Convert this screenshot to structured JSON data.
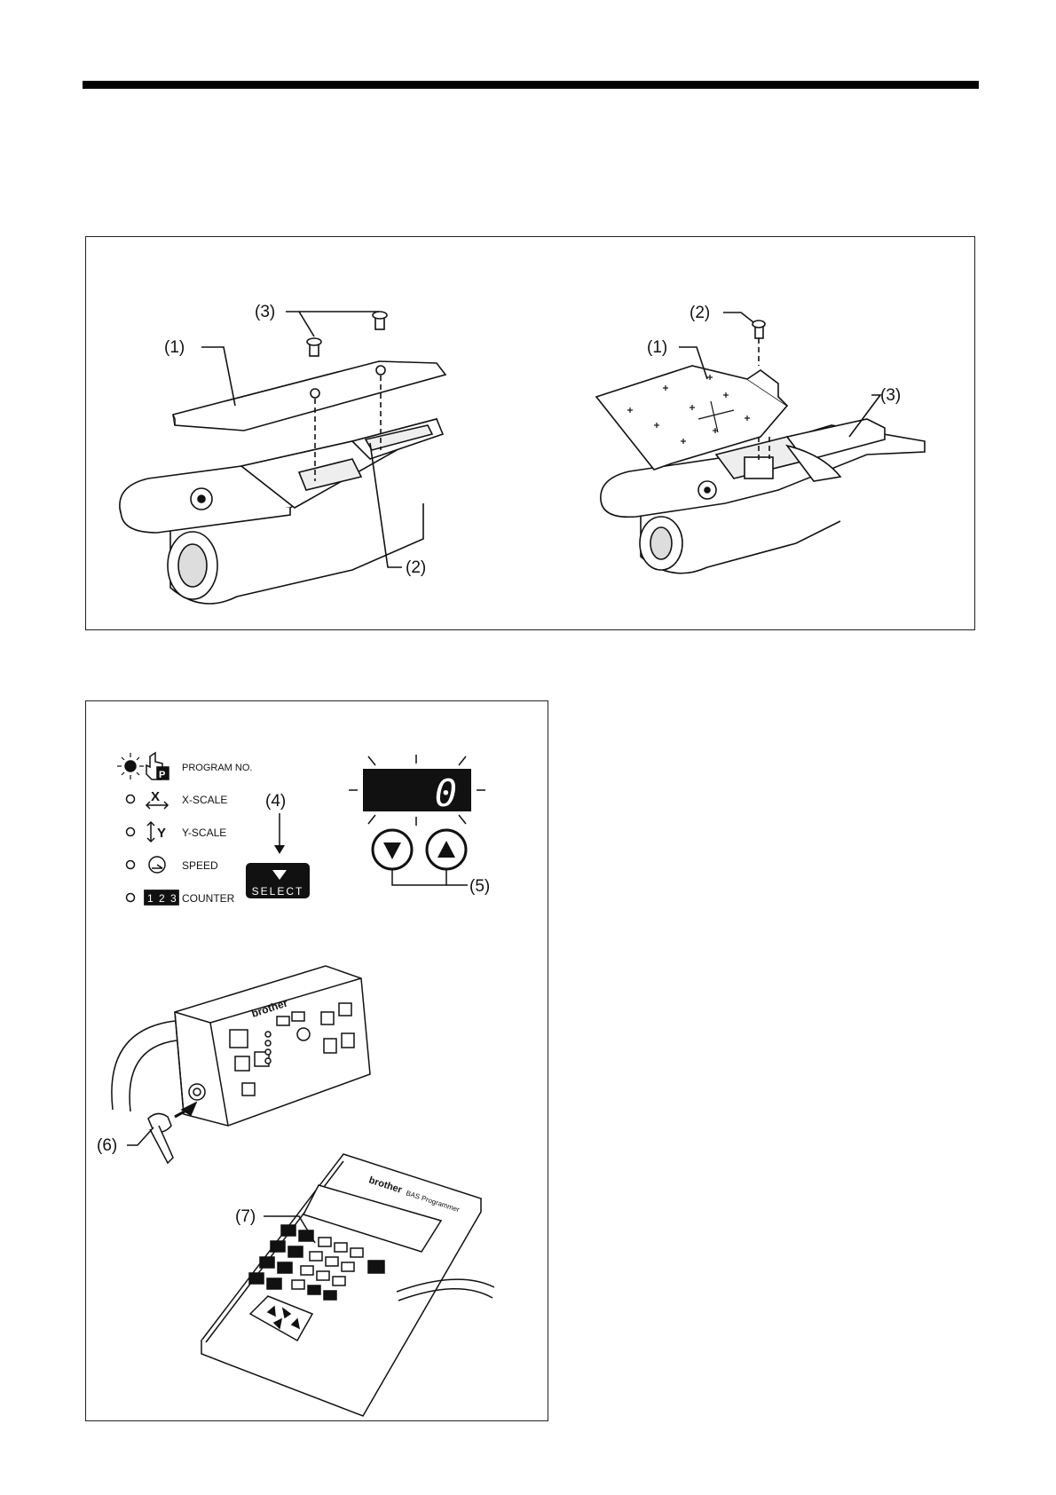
{
  "top_panel": {
    "left_callouts": [
      "(1)",
      "(2)",
      "(3)"
    ],
    "right_callouts": [
      "(1)",
      "(2)",
      "(3)"
    ]
  },
  "bottom_panel": {
    "indicators": [
      {
        "icon": "program-no-icon",
        "text": "PROGRAM NO.",
        "lit": true
      },
      {
        "icon": "x-scale-icon",
        "text": "X-SCALE",
        "lit": false
      },
      {
        "icon": "y-scale-icon",
        "text": "Y-SCALE",
        "lit": false
      },
      {
        "icon": "speed-icon",
        "text": "SPEED",
        "lit": false
      },
      {
        "icon": "counter-icon",
        "text": "COUNTER",
        "lit": false
      }
    ],
    "x_glyph": "X",
    "y_glyph": "Y",
    "p_glyph": "P",
    "counter_digits": [
      "1",
      "2",
      "3"
    ],
    "display_value": "0",
    "select_label": "SELECT",
    "callouts": [
      "(4)",
      "(5)",
      "(6)",
      "(7)"
    ],
    "panel_brand": "brother",
    "programmer_brand": "brother",
    "programmer_model": "BAS Programmer"
  }
}
